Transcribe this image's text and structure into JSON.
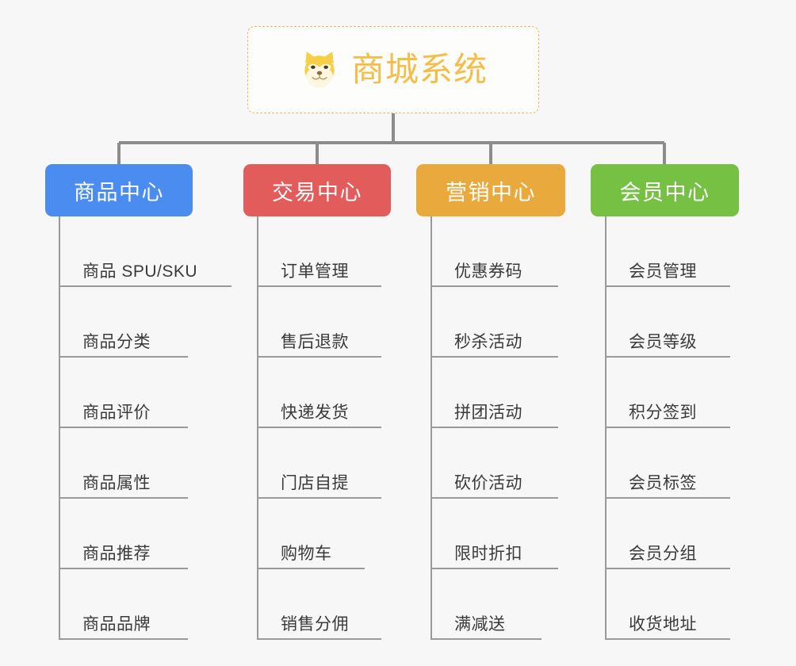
{
  "page": {
    "background_color": "#f7f7f7",
    "type": "tree-diagram"
  },
  "root": {
    "title": "商城系统",
    "icon": "shiba-dog-emoji",
    "text_color": "#f5bd47",
    "border_color": "#e8b959",
    "background_color": "#fdfdfb"
  },
  "connector": {
    "color": "#8c8c8c"
  },
  "columns": [
    {
      "id": "product-center",
      "label": "商品中心",
      "color": "#4a8cf0",
      "items": [
        {
          "label": "商品 SPU/SKU",
          "rule_width": 218
        },
        {
          "label": "商品分类",
          "rule_width": 163
        },
        {
          "label": "商品评价",
          "rule_width": 163
        },
        {
          "label": "商品属性",
          "rule_width": 163
        },
        {
          "label": "商品推荐",
          "rule_width": 163
        },
        {
          "label": "商品品牌",
          "rule_width": 163
        }
      ]
    },
    {
      "id": "trade-center",
      "label": "交易中心",
      "color": "#e25c5c",
      "items": [
        {
          "label": "订单管理",
          "rule_width": 157
        },
        {
          "label": "售后退款",
          "rule_width": 157
        },
        {
          "label": "快递发货",
          "rule_width": 157
        },
        {
          "label": "门店自提",
          "rule_width": 157
        },
        {
          "label": "购物车",
          "rule_width": 136
        },
        {
          "label": "销售分佣",
          "rule_width": 157
        }
      ]
    },
    {
      "id": "marketing-center",
      "label": "营销中心",
      "color": "#eaa93c",
      "items": [
        {
          "label": "优惠券码",
          "rule_width": 161
        },
        {
          "label": "秒杀活动",
          "rule_width": 161
        },
        {
          "label": "拼团活动",
          "rule_width": 161
        },
        {
          "label": "砍价活动",
          "rule_width": 161
        },
        {
          "label": "限时折扣",
          "rule_width": 161
        },
        {
          "label": "满减送",
          "rule_width": 140
        }
      ]
    },
    {
      "id": "member-center",
      "label": "会员中心",
      "color": "#76c144",
      "items": [
        {
          "label": "会员管理",
          "rule_width": 158
        },
        {
          "label": "会员等级",
          "rule_width": 158
        },
        {
          "label": "积分签到",
          "rule_width": 158
        },
        {
          "label": "会员标签",
          "rule_width": 158
        },
        {
          "label": "会员分组",
          "rule_width": 158
        },
        {
          "label": "收货地址",
          "rule_width": 158
        }
      ]
    }
  ]
}
